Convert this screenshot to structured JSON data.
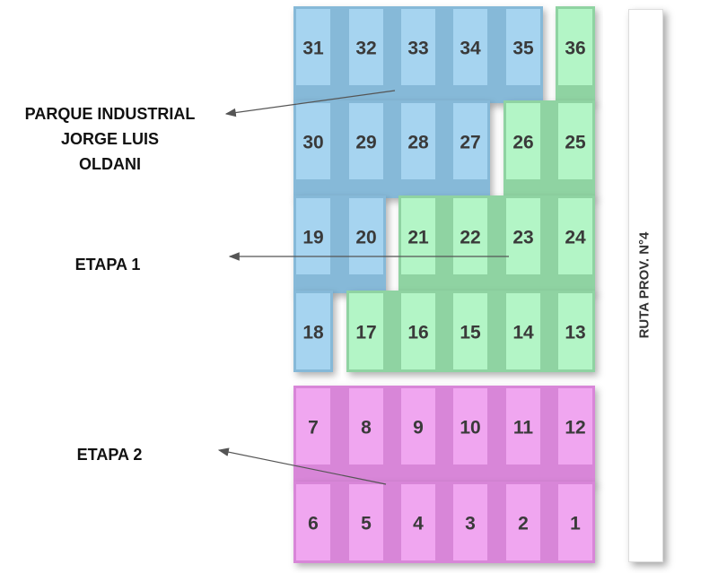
{
  "labels": {
    "park_lines": [
      "PARQUE INDUSTRIAL",
      "JORGE LUIS",
      "OLDANI"
    ],
    "etapa1": "ETAPA 1",
    "etapa2": "ETAPA 2",
    "road": "RUTA PROV. N°4"
  },
  "colors": {
    "park": "#a6d4f0",
    "park_region": "#86b9d8",
    "etapa1": "#b3f5c6",
    "etapa1_region": "#8fd3a2",
    "etapa2": "#f0a6f0",
    "etapa2_region": "#d886d8",
    "text": "#3a3a3a"
  },
  "lot_rows": [
    [
      {
        "n": "31",
        "s": "park"
      },
      {
        "n": "32",
        "s": "park"
      },
      {
        "n": "33",
        "s": "park"
      },
      {
        "n": "34",
        "s": "park"
      },
      {
        "n": "35",
        "s": "park"
      },
      {
        "n": "36",
        "s": "etapa1"
      }
    ],
    [
      {
        "n": "30",
        "s": "park"
      },
      {
        "n": "29",
        "s": "park"
      },
      {
        "n": "28",
        "s": "park"
      },
      {
        "n": "27",
        "s": "park"
      },
      {
        "n": "26",
        "s": "etapa1"
      },
      {
        "n": "25",
        "s": "etapa1"
      }
    ],
    [
      {
        "n": "19",
        "s": "park"
      },
      {
        "n": "20",
        "s": "park"
      },
      {
        "n": "21",
        "s": "etapa1"
      },
      {
        "n": "22",
        "s": "etapa1"
      },
      {
        "n": "23",
        "s": "etapa1"
      },
      {
        "n": "24",
        "s": "etapa1"
      }
    ],
    [
      {
        "n": "18",
        "s": "park"
      },
      {
        "n": "17",
        "s": "etapa1"
      },
      {
        "n": "16",
        "s": "etapa1"
      },
      {
        "n": "15",
        "s": "etapa1"
      },
      {
        "n": "14",
        "s": "etapa1"
      },
      {
        "n": "13",
        "s": "etapa1"
      }
    ],
    [
      {
        "n": "7",
        "s": "etapa2"
      },
      {
        "n": "8",
        "s": "etapa2"
      },
      {
        "n": "9",
        "s": "etapa2"
      },
      {
        "n": "10",
        "s": "etapa2"
      },
      {
        "n": "11",
        "s": "etapa2"
      },
      {
        "n": "12",
        "s": "etapa2"
      }
    ],
    [
      {
        "n": "6",
        "s": "etapa2"
      },
      {
        "n": "5",
        "s": "etapa2"
      },
      {
        "n": "4",
        "s": "etapa2"
      },
      {
        "n": "3",
        "s": "etapa2"
      },
      {
        "n": "2",
        "s": "etapa2"
      },
      {
        "n": "1",
        "s": "etapa2"
      }
    ]
  ]
}
